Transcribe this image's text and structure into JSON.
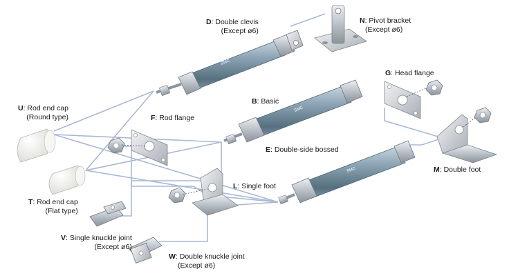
{
  "labels": {
    "D": {
      "letter": "D",
      "name": ": Double clevis",
      "note": "(Except ø6)"
    },
    "N": {
      "letter": "N",
      "name": ": Pivot bracket",
      "note": "(Except ø6)"
    },
    "G": {
      "letter": "G",
      "name": ": Head flange"
    },
    "B": {
      "letter": "B",
      "name": ": Basic"
    },
    "U": {
      "letter": "U",
      "name": ": Rod end cap",
      "note": "(Round type)"
    },
    "F": {
      "letter": "F",
      "name": ": Rod flange"
    },
    "E": {
      "letter": "E",
      "name": ": Double-side bossed"
    },
    "M": {
      "letter": "M",
      "name": ": Double foot"
    },
    "L": {
      "letter": "L",
      "name": ": Single foot"
    },
    "T": {
      "letter": "T",
      "name": ": Rod end cap",
      "note": "(Flat type)"
    },
    "V": {
      "letter": "V",
      "name": ": Single knuckle joint",
      "note": "(Except ø6)"
    },
    "W": {
      "letter": "W",
      "name": ": Double knuckle joint",
      "note": "(Except ø6)"
    }
  },
  "cylinder_marking": "SMC",
  "colors": {
    "connector_line": "#a9b8d6",
    "cylinder_tube": "#7f98aa",
    "metal": "#c9ced4",
    "cap_white": "#f1f1ec"
  }
}
